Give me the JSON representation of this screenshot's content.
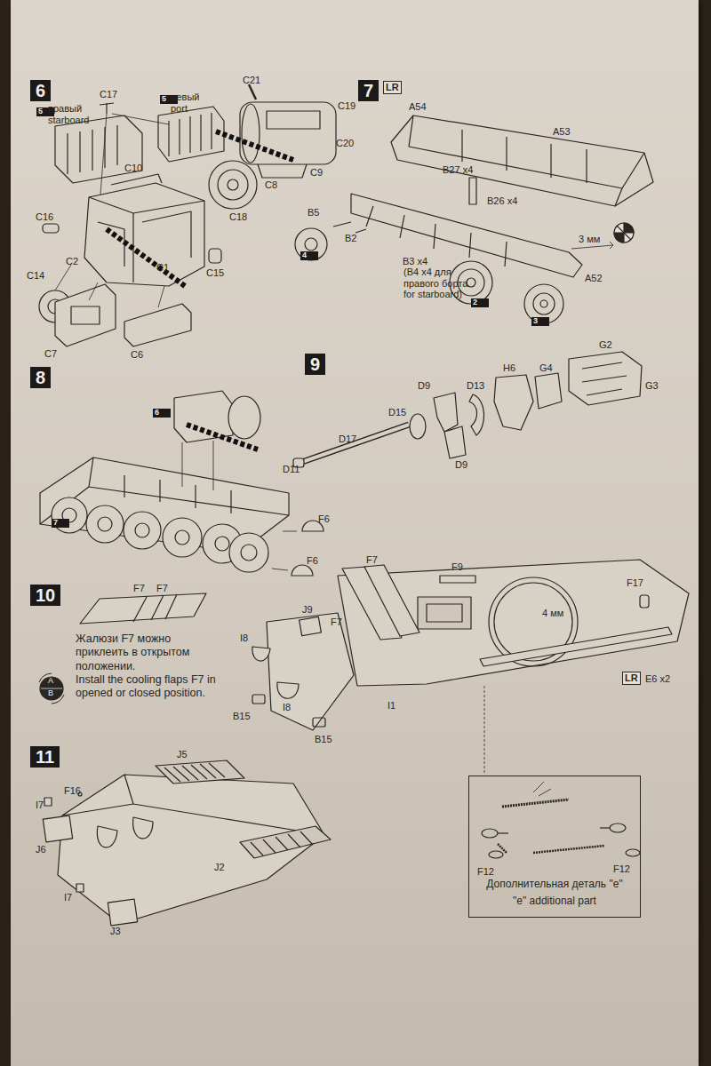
{
  "diagram": {
    "nodes": [
      {
        "text": [
          "6"
        ]
      },
      {
        "text": [
          "7"
        ]
      },
      {
        "text": [
          "8"
        ]
      },
      {
        "text": [
          "9"
        ]
      },
      {
        "text": [
          "10"
        ]
      },
      {
        "text": [
          "11"
        ]
      },
      {
        "text": [
          "Дополнительная деталь \"e\"",
          "\"e\" additional part"
        ]
      },
      {
        "text": [
          "5"
        ]
      },
      {
        "text": [
          "5"
        ]
      },
      {
        "text": [
          "4"
        ]
      },
      {
        "text": [
          "2"
        ]
      },
      {
        "text": [
          "3"
        ]
      },
      {
        "text": [
          "6"
        ]
      },
      {
        "text": [
          "7"
        ]
      }
    ],
    "labels": [
      "C17",
      "правый starboard",
      "левый port",
      "C21",
      "C19",
      "C20",
      "C8",
      "C9",
      "C10",
      "C18",
      "C16",
      "C2",
      "C14",
      "C1",
      "C15",
      "C7",
      "C6",
      "LR",
      "A54",
      "A53",
      "B27 x4",
      "B26 x4",
      "B5",
      "B2",
      "B3 x4",
      "(B4 x4 для правого борта for starboard)",
      "3 мм",
      "A52",
      "D9",
      "D13",
      "H6",
      "G4",
      "G2",
      "G3",
      "D15",
      "D17",
      "D11",
      "D9",
      "F6",
      "F6",
      "F7",
      "F7",
      "Жалюзи F7 можно приклеить в открытом положении.",
      "Install the cooling flaps F7 in opened or closed position.",
      "A",
      "B",
      "F7",
      "F9",
      "F17",
      "F7",
      "J9",
      "I8",
      "I8",
      "B15",
      "B15",
      "I1",
      "4 мм",
      "LR",
      "E6 x2",
      "J5",
      "F16",
      "I7",
      "J6",
      "J2",
      "I7",
      "J3",
      "F12",
      "F12"
    ]
  }
}
